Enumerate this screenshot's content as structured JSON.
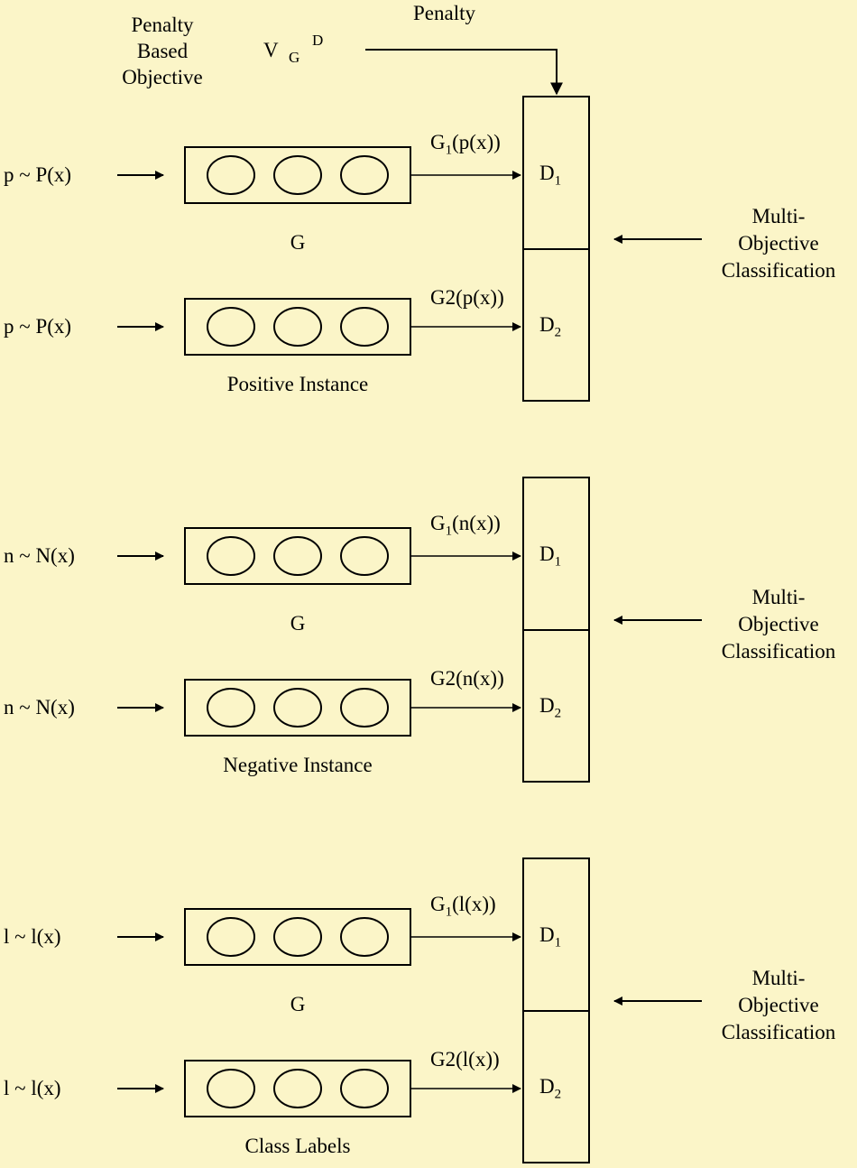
{
  "header": {
    "objective_lines": [
      "Penalty",
      "Based",
      "Objective"
    ],
    "v_main": "V",
    "v_sub": "G",
    "v_sup": "D",
    "penalty": "Penalty"
  },
  "groups": [
    {
      "caption": "Positive Instance",
      "middle_label": "G",
      "inputs": [
        "p ~ P(x)",
        "p ~ P(x)"
      ],
      "out1_prefix": "G",
      "out1_sub": "1",
      "out1_arg": "(p(x))",
      "out2": "G2(p(x))",
      "disc1_main": "D",
      "disc1_sub": "1",
      "disc2_main": "D",
      "disc2_sub": "2",
      "side_lines": [
        "Multi-",
        "Objective",
        "Classification"
      ]
    },
    {
      "caption": "Negative Instance",
      "middle_label": "G",
      "inputs": [
        "n ~ N(x)",
        "n ~ N(x)"
      ],
      "out1_prefix": "G",
      "out1_sub": "1",
      "out1_arg": "(n(x))",
      "out2": "G2(n(x))",
      "disc1_main": "D",
      "disc1_sub": "1",
      "disc2_main": "D",
      "disc2_sub": "2",
      "side_lines": [
        "Multi-",
        "Objective",
        "Classification"
      ]
    },
    {
      "caption": "Class Labels",
      "middle_label": "G",
      "inputs": [
        "l ~ l(x)",
        "l ~ l(x)"
      ],
      "out1_prefix": "G",
      "out1_sub": "1",
      "out1_arg": "(l(x))",
      "out2": "G2(l(x))",
      "disc1_main": "D",
      "disc1_sub": "1",
      "disc2_main": "D",
      "disc2_sub": "2",
      "side_lines": [
        "Multi-",
        "Objective",
        "Classification"
      ]
    }
  ]
}
